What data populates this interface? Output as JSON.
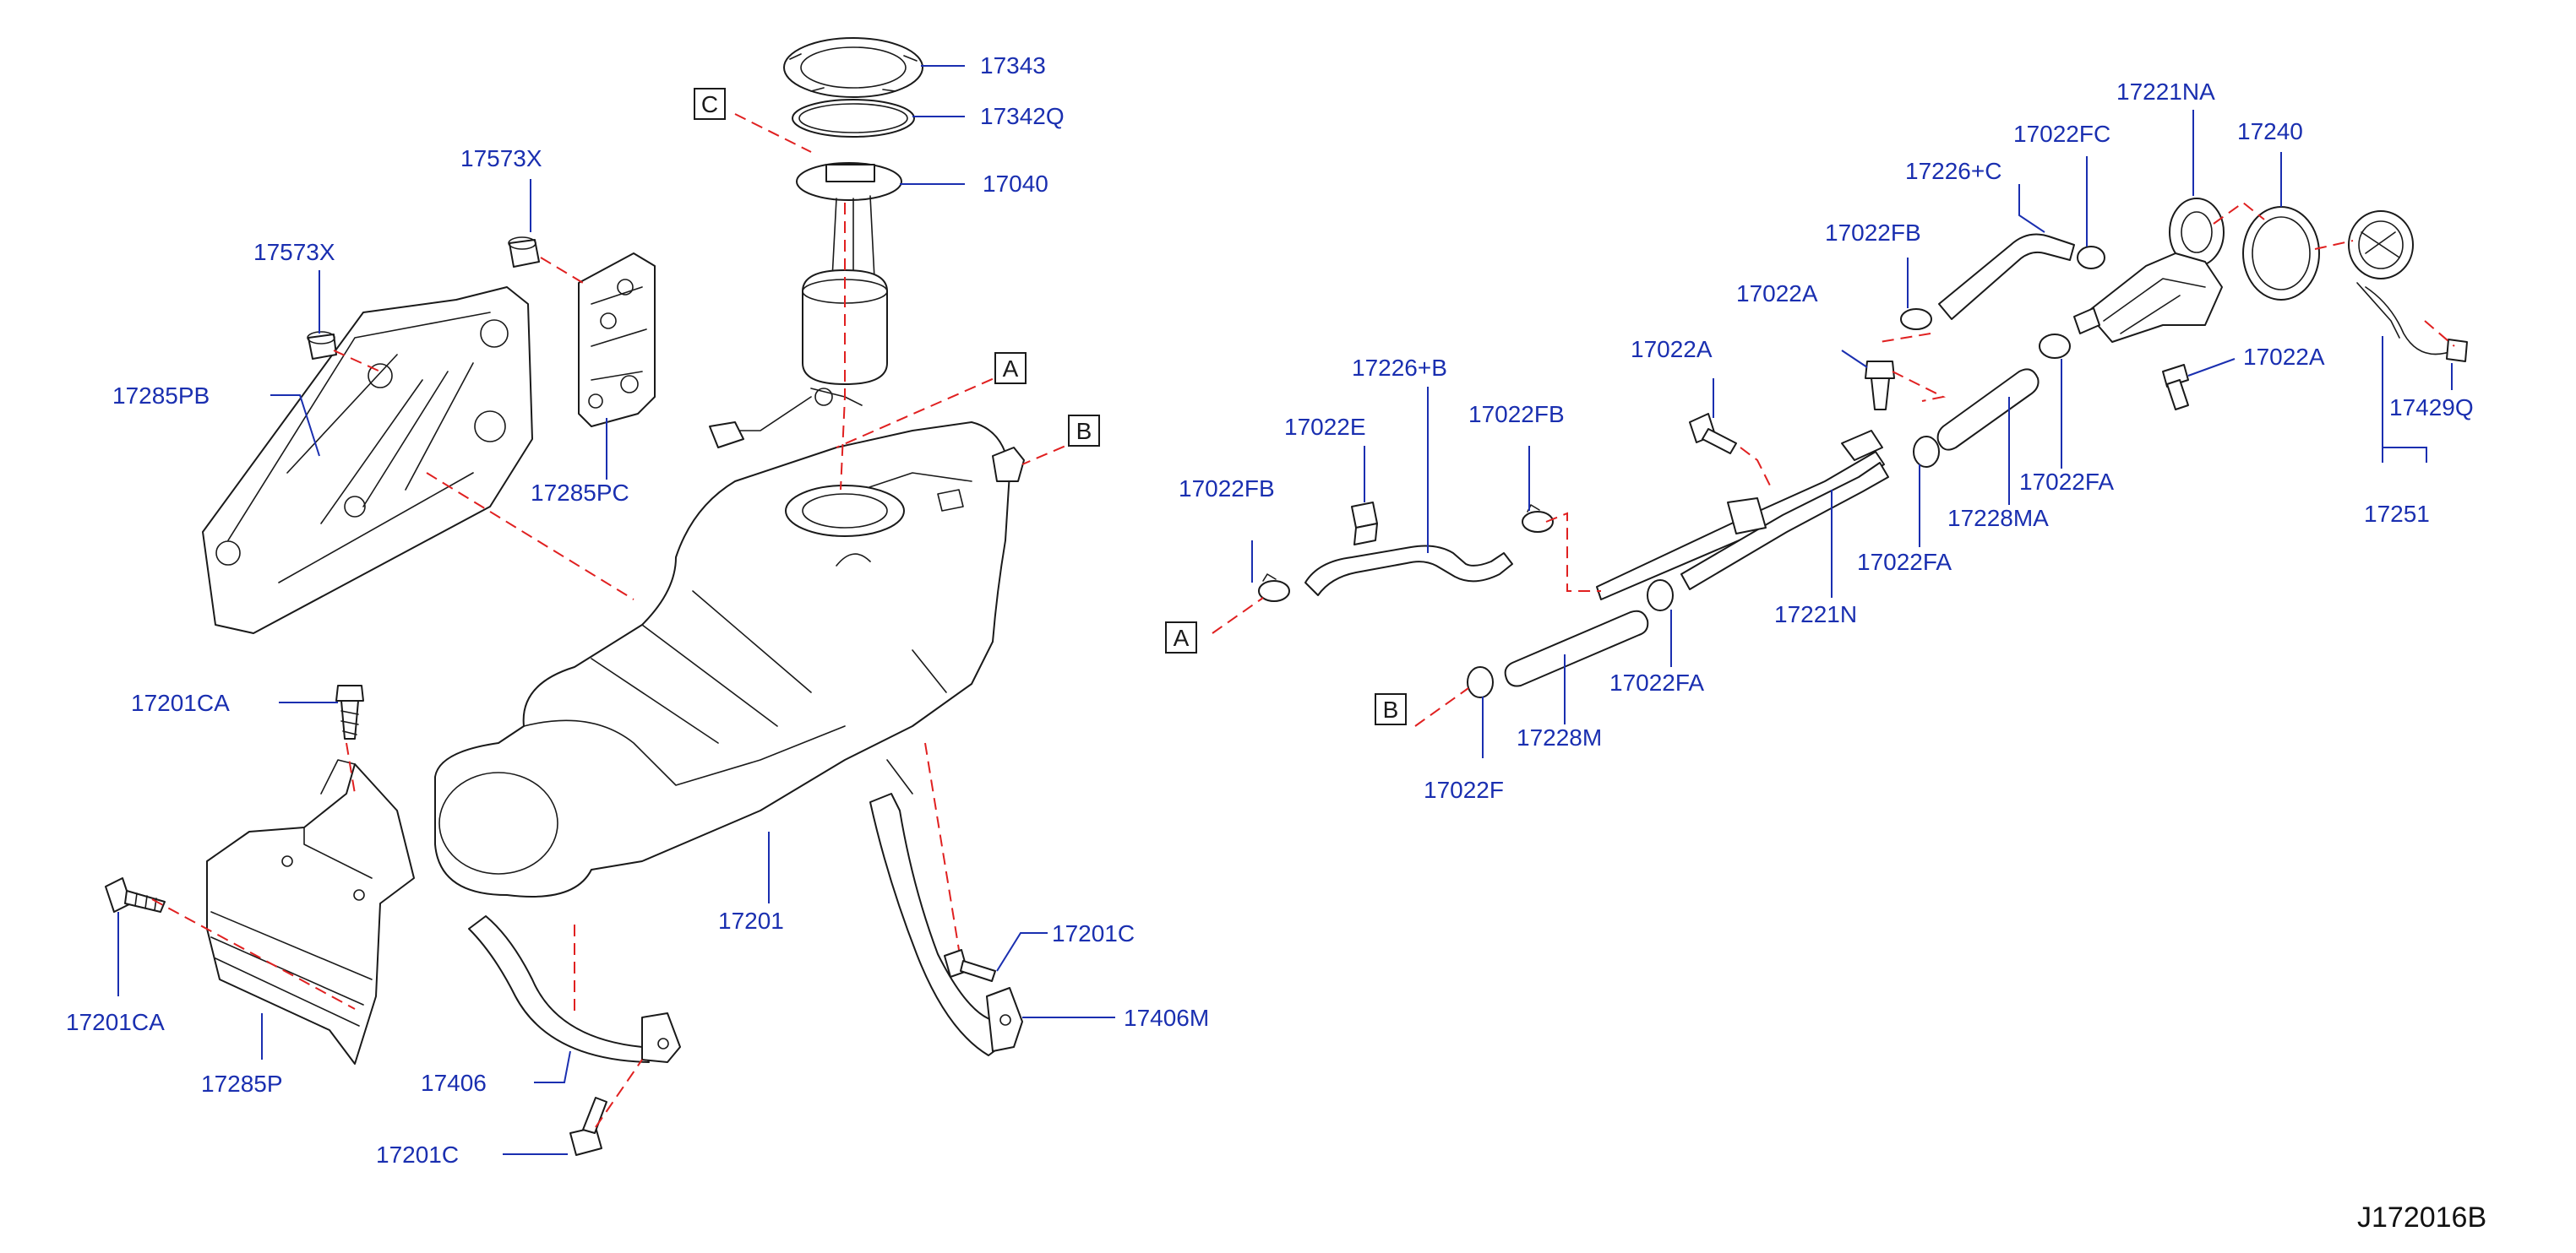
{
  "diagram_code": "J172016B",
  "reference_markers": {
    "a": "A",
    "b": "B",
    "c": "C"
  },
  "labels": {
    "p17343": "17343",
    "p17342q": "17342Q",
    "p17040": "17040",
    "p17573x_upper": "17573X",
    "p17573x_left": "17573X",
    "p17285pb": "17285PB",
    "p17285pc": "17285PC",
    "p17201ca_top": "17201CA",
    "p17201ca_left": "17201CA",
    "p17285p": "17285P",
    "p17201": "17201",
    "p17406": "17406",
    "p17201c_bottom": "17201C",
    "p17201c_right": "17201C",
    "p17406m": "17406M",
    "p17226b": "17226+B",
    "p17022e": "17022E",
    "p17022fb_left": "17022FB",
    "p17022fb_mid": "17022FB",
    "p17022a_left": "17022A",
    "p17022a_mid": "17022A",
    "p17022fb_upper": "17022FB",
    "p17226c": "17226+C",
    "p17022fc": "17022FC",
    "p17221na": "17221NA",
    "p17240": "17240",
    "p17022a_right": "17022A",
    "p17429q": "17429Q",
    "p17251": "17251",
    "p17022fa_right": "17022FA",
    "p17228ma": "17228MA",
    "p17022fa_mid": "17022FA",
    "p17221n": "17221N",
    "p17022fa_low": "17022FA",
    "p17228m": "17228M",
    "p17022f": "17022F"
  }
}
